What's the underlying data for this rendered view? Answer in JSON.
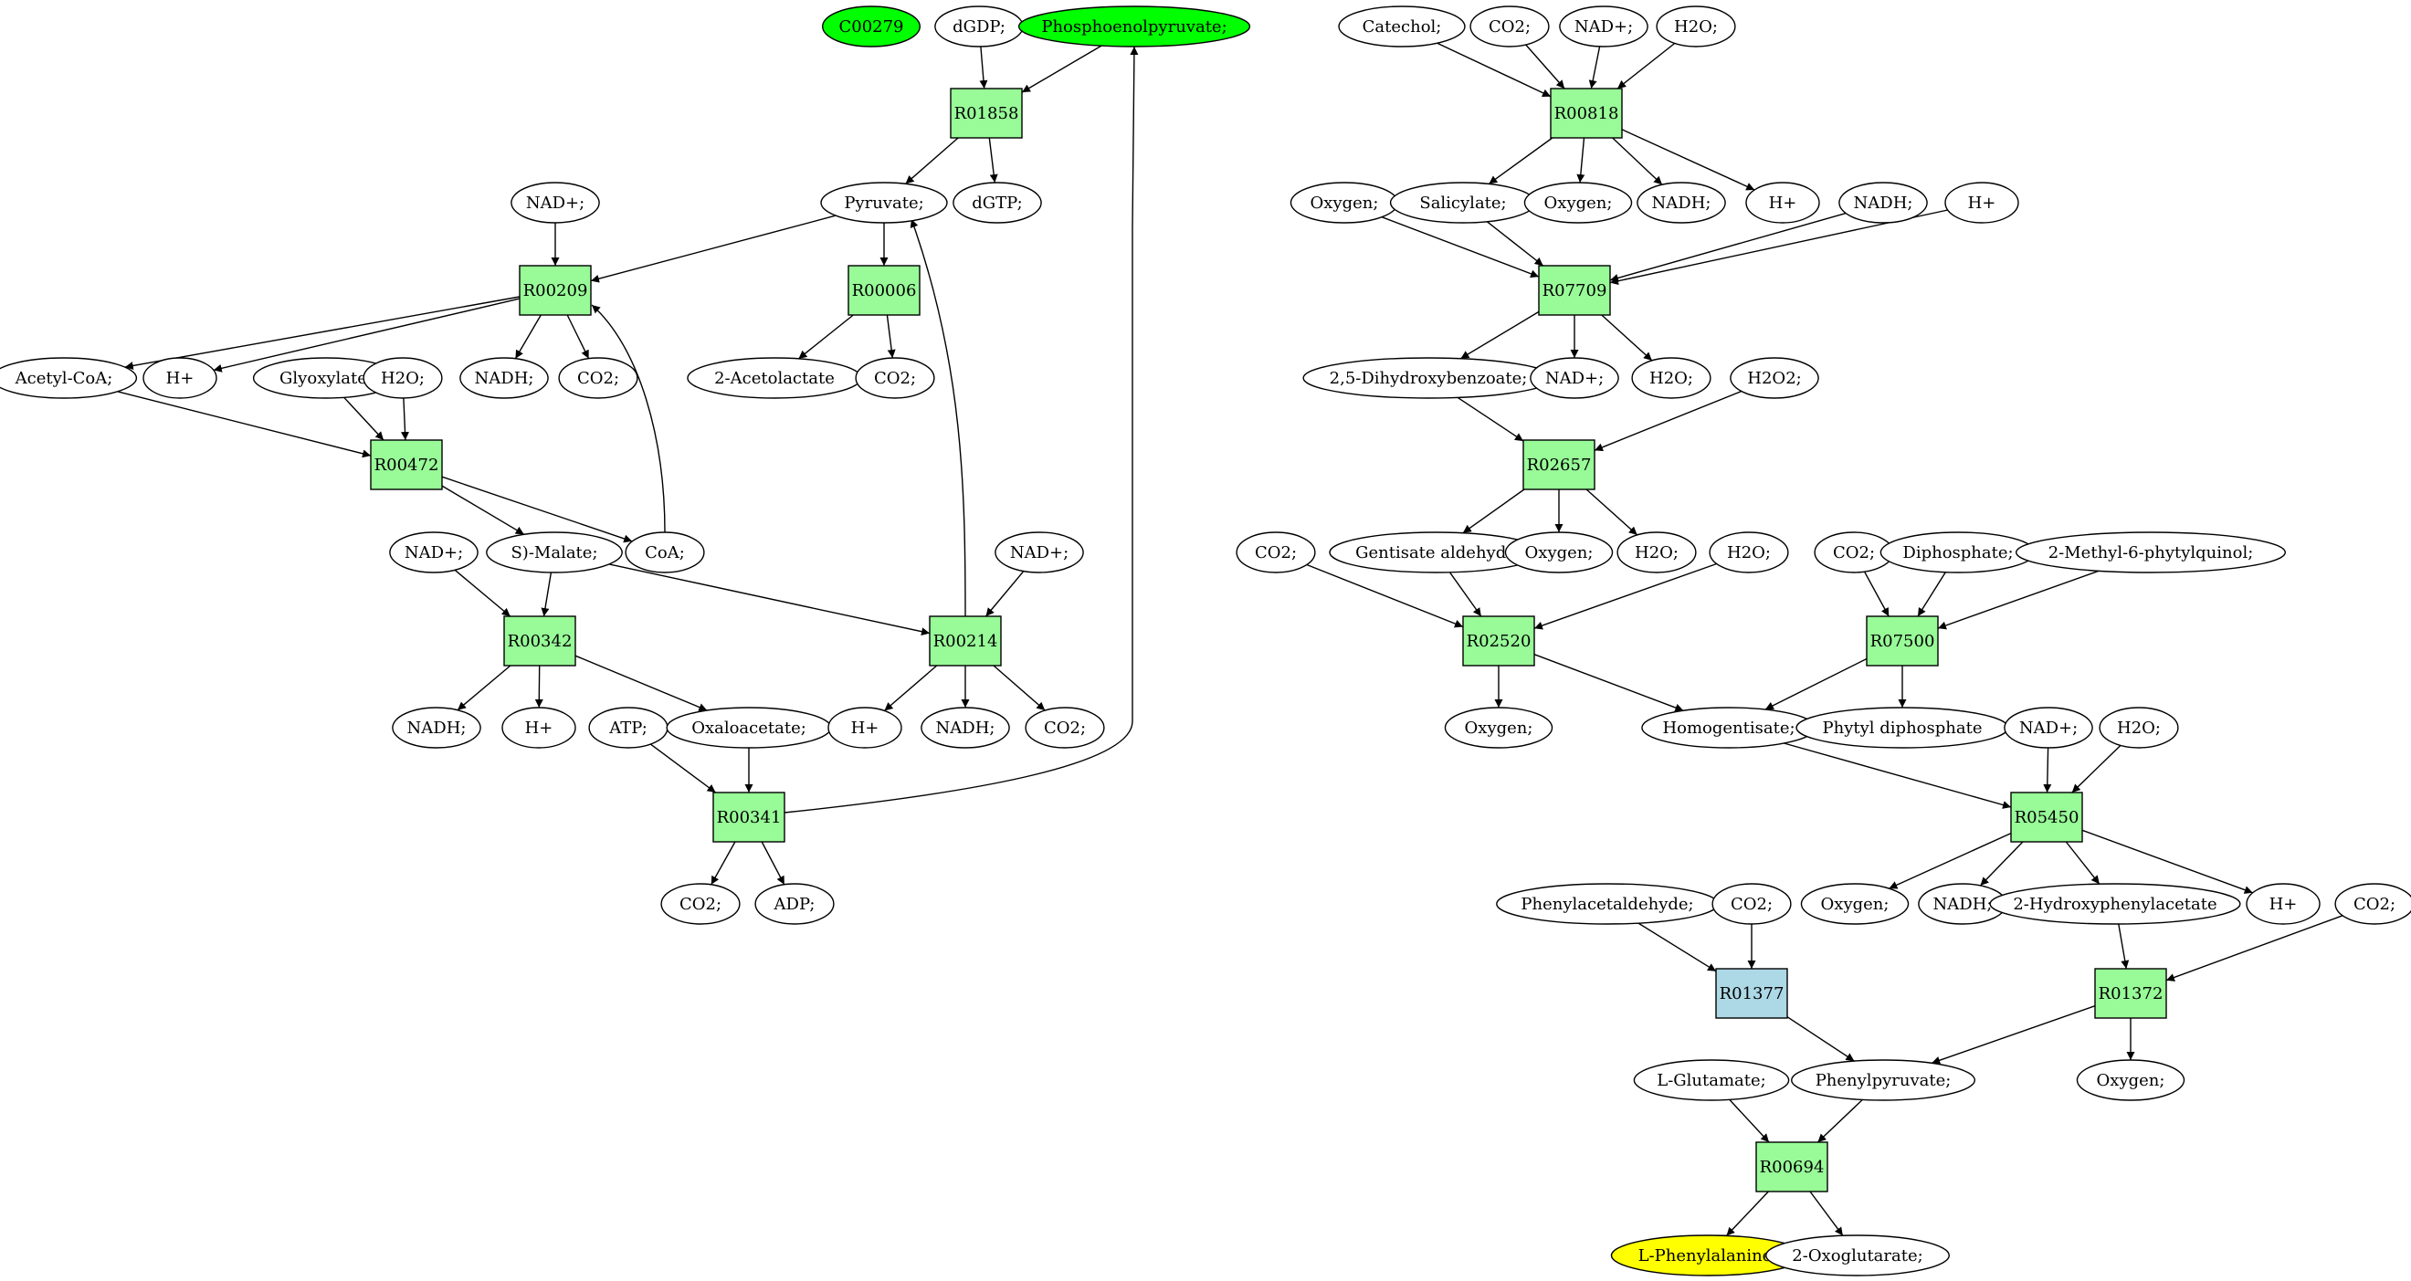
{
  "colors": {
    "reaction": "#98fb98",
    "reaction_alt": "#add8e6",
    "start": "#00ff00",
    "target": "#ffff00",
    "compound": "#ffffff"
  },
  "nodes": [
    {
      "id": "c00279",
      "label": "C00279",
      "kind": "start"
    },
    {
      "id": "dgdp",
      "label": "dGDP;",
      "kind": "compound"
    },
    {
      "id": "pep",
      "label": "Phosphoenolpyruvate;",
      "kind": "start"
    },
    {
      "id": "r01858",
      "label": "R01858",
      "kind": "reaction"
    },
    {
      "id": "pyruvate",
      "label": "Pyruvate;",
      "kind": "compound"
    },
    {
      "id": "dgtp",
      "label": "dGTP;",
      "kind": "compound"
    },
    {
      "id": "nad_1",
      "label": "NAD+;",
      "kind": "compound"
    },
    {
      "id": "r00209",
      "label": "R00209",
      "kind": "reaction"
    },
    {
      "id": "r00006",
      "label": "R00006",
      "kind": "reaction"
    },
    {
      "id": "acetylcoa",
      "label": "Acetyl-CoA;",
      "kind": "compound"
    },
    {
      "id": "hplus_1",
      "label": "H+",
      "kind": "compound"
    },
    {
      "id": "glyoxylate",
      "label": "Glyoxylate;",
      "kind": "compound"
    },
    {
      "id": "h2o_1",
      "label": "H2O;",
      "kind": "compound"
    },
    {
      "id": "nadh_1",
      "label": "NADH;",
      "kind": "compound"
    },
    {
      "id": "co2_1",
      "label": "CO2;",
      "kind": "compound"
    },
    {
      "id": "acetolactate",
      "label": "2-Acetolactate",
      "kind": "compound"
    },
    {
      "id": "co2_2",
      "label": "CO2;",
      "kind": "compound"
    },
    {
      "id": "r00472",
      "label": "R00472",
      "kind": "reaction"
    },
    {
      "id": "nad_2",
      "label": "NAD+;",
      "kind": "compound"
    },
    {
      "id": "malate",
      "label": "S)-Malate;",
      "kind": "compound"
    },
    {
      "id": "coa",
      "label": "CoA;",
      "kind": "compound"
    },
    {
      "id": "nad_3",
      "label": "NAD+;",
      "kind": "compound"
    },
    {
      "id": "r00342",
      "label": "R00342",
      "kind": "reaction"
    },
    {
      "id": "r00214",
      "label": "R00214",
      "kind": "reaction"
    },
    {
      "id": "nadh_2",
      "label": "NADH;",
      "kind": "compound"
    },
    {
      "id": "hplus_2",
      "label": "H+",
      "kind": "compound"
    },
    {
      "id": "atp",
      "label": "ATP;",
      "kind": "compound"
    },
    {
      "id": "oxaloacetate",
      "label": "Oxaloacetate;",
      "kind": "compound"
    },
    {
      "id": "hplus_3",
      "label": "H+",
      "kind": "compound"
    },
    {
      "id": "nadh_3",
      "label": "NADH;",
      "kind": "compound"
    },
    {
      "id": "co2_3",
      "label": "CO2;",
      "kind": "compound"
    },
    {
      "id": "r00341",
      "label": "R00341",
      "kind": "reaction"
    },
    {
      "id": "co2_4",
      "label": "CO2;",
      "kind": "compound"
    },
    {
      "id": "adp",
      "label": "ADP;",
      "kind": "compound"
    },
    {
      "id": "catechol",
      "label": "Catechol;",
      "kind": "compound"
    },
    {
      "id": "co2_5",
      "label": "CO2;",
      "kind": "compound"
    },
    {
      "id": "nad_4",
      "label": "NAD+;",
      "kind": "compound"
    },
    {
      "id": "h2o_2",
      "label": "H2O;",
      "kind": "compound"
    },
    {
      "id": "r00818",
      "label": "R00818",
      "kind": "reaction"
    },
    {
      "id": "oxygen_1",
      "label": "Oxygen;",
      "kind": "compound"
    },
    {
      "id": "salicylate",
      "label": "Salicylate;",
      "kind": "compound"
    },
    {
      "id": "oxygen_2",
      "label": "Oxygen;",
      "kind": "compound"
    },
    {
      "id": "nadh_4",
      "label": "NADH;",
      "kind": "compound"
    },
    {
      "id": "hplus_4",
      "label": "H+",
      "kind": "compound"
    },
    {
      "id": "nadh_5",
      "label": "NADH;",
      "kind": "compound"
    },
    {
      "id": "hplus_5",
      "label": "H+",
      "kind": "compound"
    },
    {
      "id": "r07709",
      "label": "R07709",
      "kind": "reaction"
    },
    {
      "id": "dhb",
      "label": "2,5-Dihydroxybenzoate;",
      "kind": "compound"
    },
    {
      "id": "nad_5",
      "label": "NAD+;",
      "kind": "compound"
    },
    {
      "id": "h2o_3",
      "label": "H2O;",
      "kind": "compound"
    },
    {
      "id": "h2o2",
      "label": "H2O2;",
      "kind": "compound"
    },
    {
      "id": "r02657",
      "label": "R02657",
      "kind": "reaction"
    },
    {
      "id": "co2_6",
      "label": "CO2;",
      "kind": "compound"
    },
    {
      "id": "gentisate_ald",
      "label": "Gentisate aldehyde",
      "kind": "compound"
    },
    {
      "id": "oxygen_3",
      "label": "Oxygen;",
      "kind": "compound"
    },
    {
      "id": "h2o_4",
      "label": "H2O;",
      "kind": "compound"
    },
    {
      "id": "h2o_5",
      "label": "H2O;",
      "kind": "compound"
    },
    {
      "id": "co2_7",
      "label": "CO2;",
      "kind": "compound"
    },
    {
      "id": "diphosphate",
      "label": "Diphosphate;",
      "kind": "compound"
    },
    {
      "id": "mpq",
      "label": "2-Methyl-6-phytylquinol;",
      "kind": "compound"
    },
    {
      "id": "r02520",
      "label": "R02520",
      "kind": "reaction"
    },
    {
      "id": "r07500",
      "label": "R07500",
      "kind": "reaction"
    },
    {
      "id": "oxygen_4",
      "label": "Oxygen;",
      "kind": "compound"
    },
    {
      "id": "homogentisate",
      "label": "Homogentisate;",
      "kind": "compound"
    },
    {
      "id": "phytyl_dp",
      "label": "Phytyl diphosphate",
      "kind": "compound"
    },
    {
      "id": "nad_6",
      "label": "NAD+;",
      "kind": "compound"
    },
    {
      "id": "h2o_6",
      "label": "H2O;",
      "kind": "compound"
    },
    {
      "id": "r05450",
      "label": "R05450",
      "kind": "reaction"
    },
    {
      "id": "phenylacetaldehyde",
      "label": "Phenylacetaldehyde;",
      "kind": "compound"
    },
    {
      "id": "co2_8",
      "label": "CO2;",
      "kind": "compound"
    },
    {
      "id": "oxygen_5",
      "label": "Oxygen;",
      "kind": "compound"
    },
    {
      "id": "nadh_6",
      "label": "NADH;",
      "kind": "compound"
    },
    {
      "id": "hpa",
      "label": "2-Hydroxyphenylacetate",
      "kind": "compound"
    },
    {
      "id": "hplus_6",
      "label": "H+",
      "kind": "compound"
    },
    {
      "id": "co2_9",
      "label": "CO2;",
      "kind": "compound"
    },
    {
      "id": "r01377",
      "label": "R01377",
      "kind": "reaction_alt"
    },
    {
      "id": "r01372",
      "label": "R01372",
      "kind": "reaction"
    },
    {
      "id": "glutamate",
      "label": "L-Glutamate;",
      "kind": "compound"
    },
    {
      "id": "phenylpyruvate",
      "label": "Phenylpyruvate;",
      "kind": "compound"
    },
    {
      "id": "oxygen_6",
      "label": "Oxygen;",
      "kind": "compound"
    },
    {
      "id": "r00694",
      "label": "R00694",
      "kind": "reaction"
    },
    {
      "id": "phenylalanine",
      "label": "L-Phenylalanine;",
      "kind": "target"
    },
    {
      "id": "oxoglutarate",
      "label": "2-Oxoglutarate;",
      "kind": "compound"
    }
  ],
  "edges": [
    [
      "dgdp",
      "r01858"
    ],
    [
      "pep",
      "r01858"
    ],
    [
      "r01858",
      "pyruvate"
    ],
    [
      "r01858",
      "dgtp"
    ],
    [
      "pyruvate",
      "r00209"
    ],
    [
      "nad_1",
      "r00209"
    ],
    [
      "pyruvate",
      "r00006"
    ],
    [
      "r00209",
      "acetylcoa"
    ],
    [
      "r00209",
      "hplus_1"
    ],
    [
      "r00209",
      "nadh_1"
    ],
    [
      "r00209",
      "co2_1"
    ],
    [
      "r00006",
      "acetolactate"
    ],
    [
      "r00006",
      "co2_2"
    ],
    [
      "acetylcoa",
      "r00472"
    ],
    [
      "glyoxylate",
      "r00472"
    ],
    [
      "h2o_1",
      "r00472"
    ],
    [
      "r00472",
      "malate"
    ],
    [
      "r00472",
      "coa"
    ],
    [
      "coa",
      "r00209"
    ],
    [
      "nad_2",
      "r00342"
    ],
    [
      "malate",
      "r00342"
    ],
    [
      "malate",
      "r00214"
    ],
    [
      "nad_3",
      "r00214"
    ],
    [
      "r00214",
      "pyruvate"
    ],
    [
      "r00342",
      "nadh_2"
    ],
    [
      "r00342",
      "hplus_2"
    ],
    [
      "r00342",
      "oxaloacetate"
    ],
    [
      "r00214",
      "hplus_3"
    ],
    [
      "r00214",
      "nadh_3"
    ],
    [
      "r00214",
      "co2_3"
    ],
    [
      "atp",
      "r00341"
    ],
    [
      "oxaloacetate",
      "r00341"
    ],
    [
      "r00341",
      "co2_4"
    ],
    [
      "r00341",
      "adp"
    ],
    [
      "r00341",
      "pep"
    ],
    [
      "catechol",
      "r00818"
    ],
    [
      "co2_5",
      "r00818"
    ],
    [
      "nad_4",
      "r00818"
    ],
    [
      "h2o_2",
      "r00818"
    ],
    [
      "r00818",
      "salicylate"
    ],
    [
      "r00818",
      "oxygen_2"
    ],
    [
      "r00818",
      "nadh_4"
    ],
    [
      "r00818",
      "hplus_4"
    ],
    [
      "oxygen_1",
      "r07709"
    ],
    [
      "salicylate",
      "r07709"
    ],
    [
      "nadh_5",
      "r07709"
    ],
    [
      "hplus_5",
      "r07709"
    ],
    [
      "r07709",
      "dhb"
    ],
    [
      "r07709",
      "nad_5"
    ],
    [
      "r07709",
      "h2o_3"
    ],
    [
      "dhb",
      "r02657"
    ],
    [
      "h2o2",
      "r02657"
    ],
    [
      "r02657",
      "gentisate_ald"
    ],
    [
      "r02657",
      "oxygen_3"
    ],
    [
      "r02657",
      "h2o_4"
    ],
    [
      "co2_6",
      "r02520"
    ],
    [
      "gentisate_ald",
      "r02520"
    ],
    [
      "h2o_5",
      "r02520"
    ],
    [
      "co2_7",
      "r07500"
    ],
    [
      "diphosphate",
      "r07500"
    ],
    [
      "mpq",
      "r07500"
    ],
    [
      "r02520",
      "oxygen_4"
    ],
    [
      "r02520",
      "homogentisate"
    ],
    [
      "r07500",
      "homogentisate"
    ],
    [
      "r07500",
      "phytyl_dp"
    ],
    [
      "homogentisate",
      "r05450"
    ],
    [
      "nad_6",
      "r05450"
    ],
    [
      "h2o_6",
      "r05450"
    ],
    [
      "r05450",
      "oxygen_5"
    ],
    [
      "r05450",
      "nadh_6"
    ],
    [
      "r05450",
      "hpa"
    ],
    [
      "r05450",
      "hplus_6"
    ],
    [
      "phenylacetaldehyde",
      "r01377"
    ],
    [
      "co2_8",
      "r01377"
    ],
    [
      "hpa",
      "r01372"
    ],
    [
      "co2_9",
      "r01372"
    ],
    [
      "r01377",
      "phenylpyruvate"
    ],
    [
      "r01372",
      "phenylpyruvate"
    ],
    [
      "r01372",
      "oxygen_6"
    ],
    [
      "glutamate",
      "r00694"
    ],
    [
      "phenylpyruvate",
      "r00694"
    ],
    [
      "r00694",
      "phenylalanine"
    ],
    [
      "r00694",
      "oxoglutarate"
    ]
  ]
}
